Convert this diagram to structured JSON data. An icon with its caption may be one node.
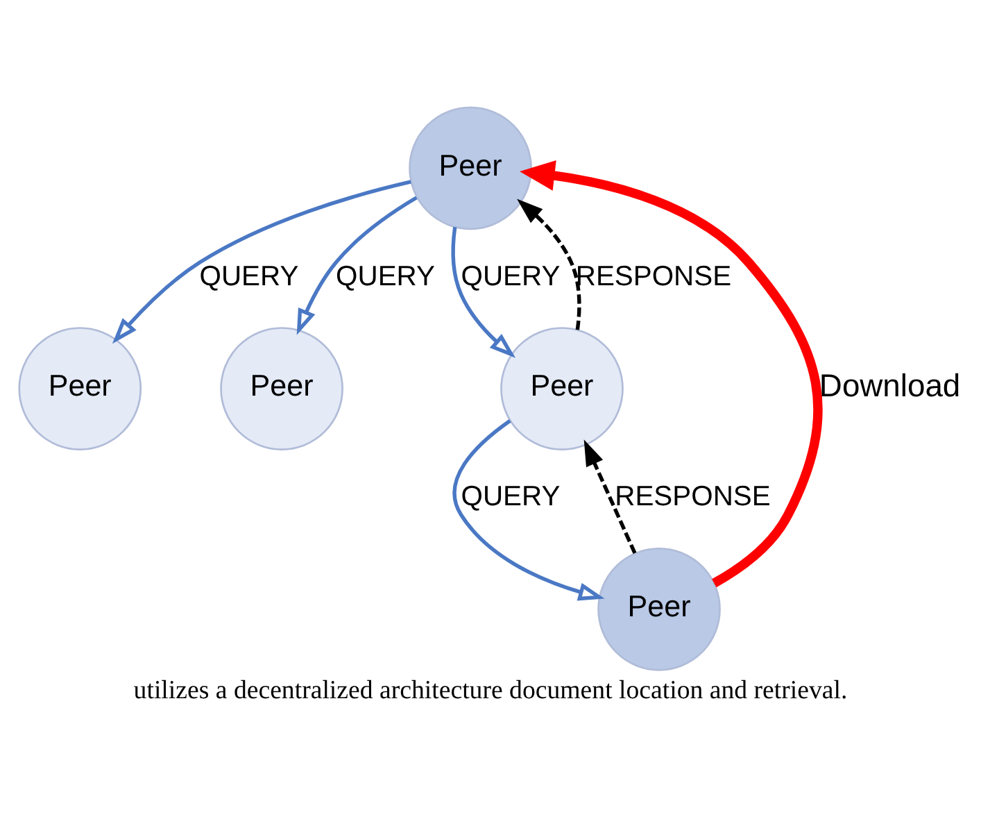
{
  "diagram": {
    "caption": "utilizes a decentralized architecture document location and retrieval.",
    "nodes": [
      {
        "text": [
          "Peer"
        ]
      },
      {
        "text": [
          "Peer"
        ]
      },
      {
        "text": [
          "Peer"
        ]
      },
      {
        "text": [
          "Peer"
        ]
      },
      {
        "text": [
          "Peer"
        ]
      }
    ],
    "edges": [
      {
        "from": 2,
        "to": 0,
        "arrow": "to",
        "label": "QUERY"
      },
      {
        "from": 2,
        "to": 1,
        "arrow": "to",
        "label": "QUERY"
      },
      {
        "from": 2,
        "to": 4,
        "arrow": "to",
        "label": "QUERY"
      },
      {
        "from": 4,
        "to": 3,
        "arrow": "to",
        "label": "QUERY"
      },
      {
        "from": 4,
        "to": 2,
        "arrow": "to",
        "label": "RESPONSE",
        "style": "dashed",
        "color": "#000000"
      },
      {
        "from": 3,
        "to": 4,
        "arrow": "to",
        "label": "RESPONSE",
        "style": "dashed",
        "color": "#000000"
      },
      {
        "from": 3,
        "to": 2,
        "arrow": "to",
        "label": "Download",
        "style": "thick",
        "color": "#ff0000"
      }
    ]
  }
}
